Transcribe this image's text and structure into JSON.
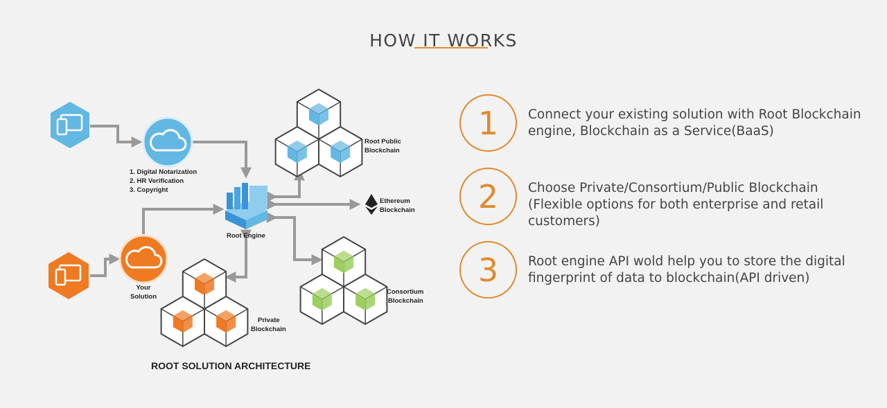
{
  "header": {
    "title": "HOW IT WORKS"
  },
  "diagram": {
    "caption": "ROOT SOLUTION ARCHITECTURE",
    "features": [
      "1. Digital Notarization",
      "2. HR Verification",
      "3. Copyright"
    ],
    "your_solution": [
      "Your",
      "Solution"
    ],
    "root_engine": "Root Engine",
    "root_public": [
      "Root Public",
      "Blockchain"
    ],
    "ethereum": [
      "Ethereum",
      "Blockchain"
    ],
    "consortium": [
      "Consortium",
      "Blockchain"
    ],
    "private": [
      "Private",
      "Blockchain"
    ],
    "colors": {
      "blue": "#62b7e3",
      "orange": "#ee7a22",
      "green": "#9ccf5f",
      "accent": "#e08a2f",
      "arrow": "#999999"
    }
  },
  "steps": [
    {
      "number": "1",
      "text": "Connect your existing solution with Root Blockchain engine, Blockchain as a Service(BaaS)"
    },
    {
      "number": "2",
      "text": "Choose Private/Consortium/Public Blockchain (Flexible options for both enterprise and retail customers)"
    },
    {
      "number": "3",
      "text": "Root engine API wold help you to store the digital fingerprint of data to blockchain(API driven)"
    }
  ]
}
